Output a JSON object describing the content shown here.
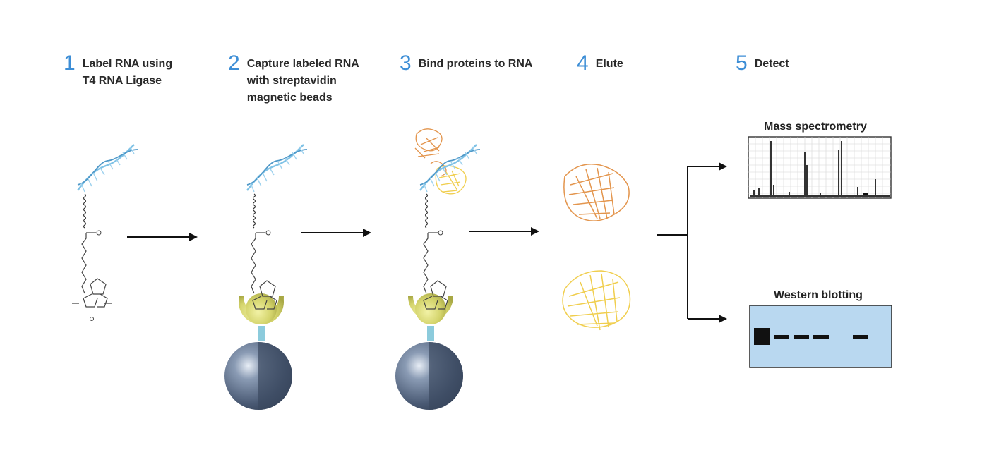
{
  "steps": [
    {
      "num": "1",
      "lines": [
        "Label RNA using",
        "T4 RNA Ligase"
      ]
    },
    {
      "num": "2",
      "lines": [
        "Capture labeled RNA",
        "with streptavidin",
        "magnetic beads"
      ]
    },
    {
      "num": "3",
      "lines": [
        "Bind proteins to RNA"
      ]
    },
    {
      "num": "4",
      "lines": [
        "Elute"
      ]
    },
    {
      "num": "5",
      "lines": [
        "Detect"
      ]
    }
  ],
  "detection": {
    "mass_spec_title": "Mass spectrometry",
    "western_title": "Western blotting"
  },
  "colors": {
    "step_number": "#3d8ed6",
    "rna_helix": "#7fc2e6",
    "protein_orange": "#e08a3a",
    "protein_yellow": "#f0cc45",
    "streptavidin": "#c8c85a",
    "bead": "#5b6f8c",
    "blot_bg": "#b9d8f0"
  }
}
